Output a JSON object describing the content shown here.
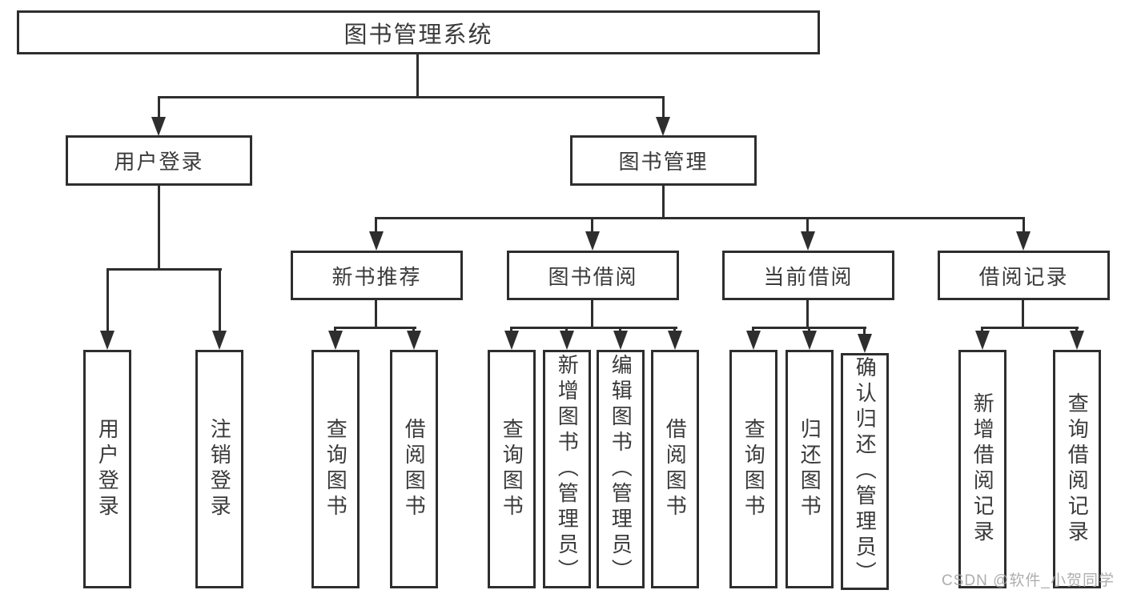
{
  "page": {
    "background": "#ffffff"
  },
  "colors": {
    "line": "#2e2e2e",
    "box_border": "#2e2e2e",
    "box_fill": "#ffffff",
    "text": "#3a3a3a",
    "watermark": "#a8a8a8"
  },
  "tree": {
    "root": "图书管理系统",
    "level2": [
      "用户登录",
      "图书管理"
    ],
    "level3": [
      "新书推荐",
      "图书借阅",
      "当前借阅",
      "借阅记录"
    ],
    "leaves": {
      "user_login": [
        "用户登录",
        "注销登录"
      ],
      "new_book": [
        "查询图书",
        "借阅图书"
      ],
      "book_borrow": [
        "查询图书",
        "新增图书（管理员）",
        "编辑图书（管理员）",
        "借阅图书"
      ],
      "current_borrow": [
        "查询图书",
        "归还图书",
        "确认归还（管理员）"
      ],
      "borrow_records": [
        "新增借阅记录",
        "查询借阅记录"
      ]
    }
  },
  "watermark": {
    "text": "CSDN @软件_小贺同学"
  }
}
